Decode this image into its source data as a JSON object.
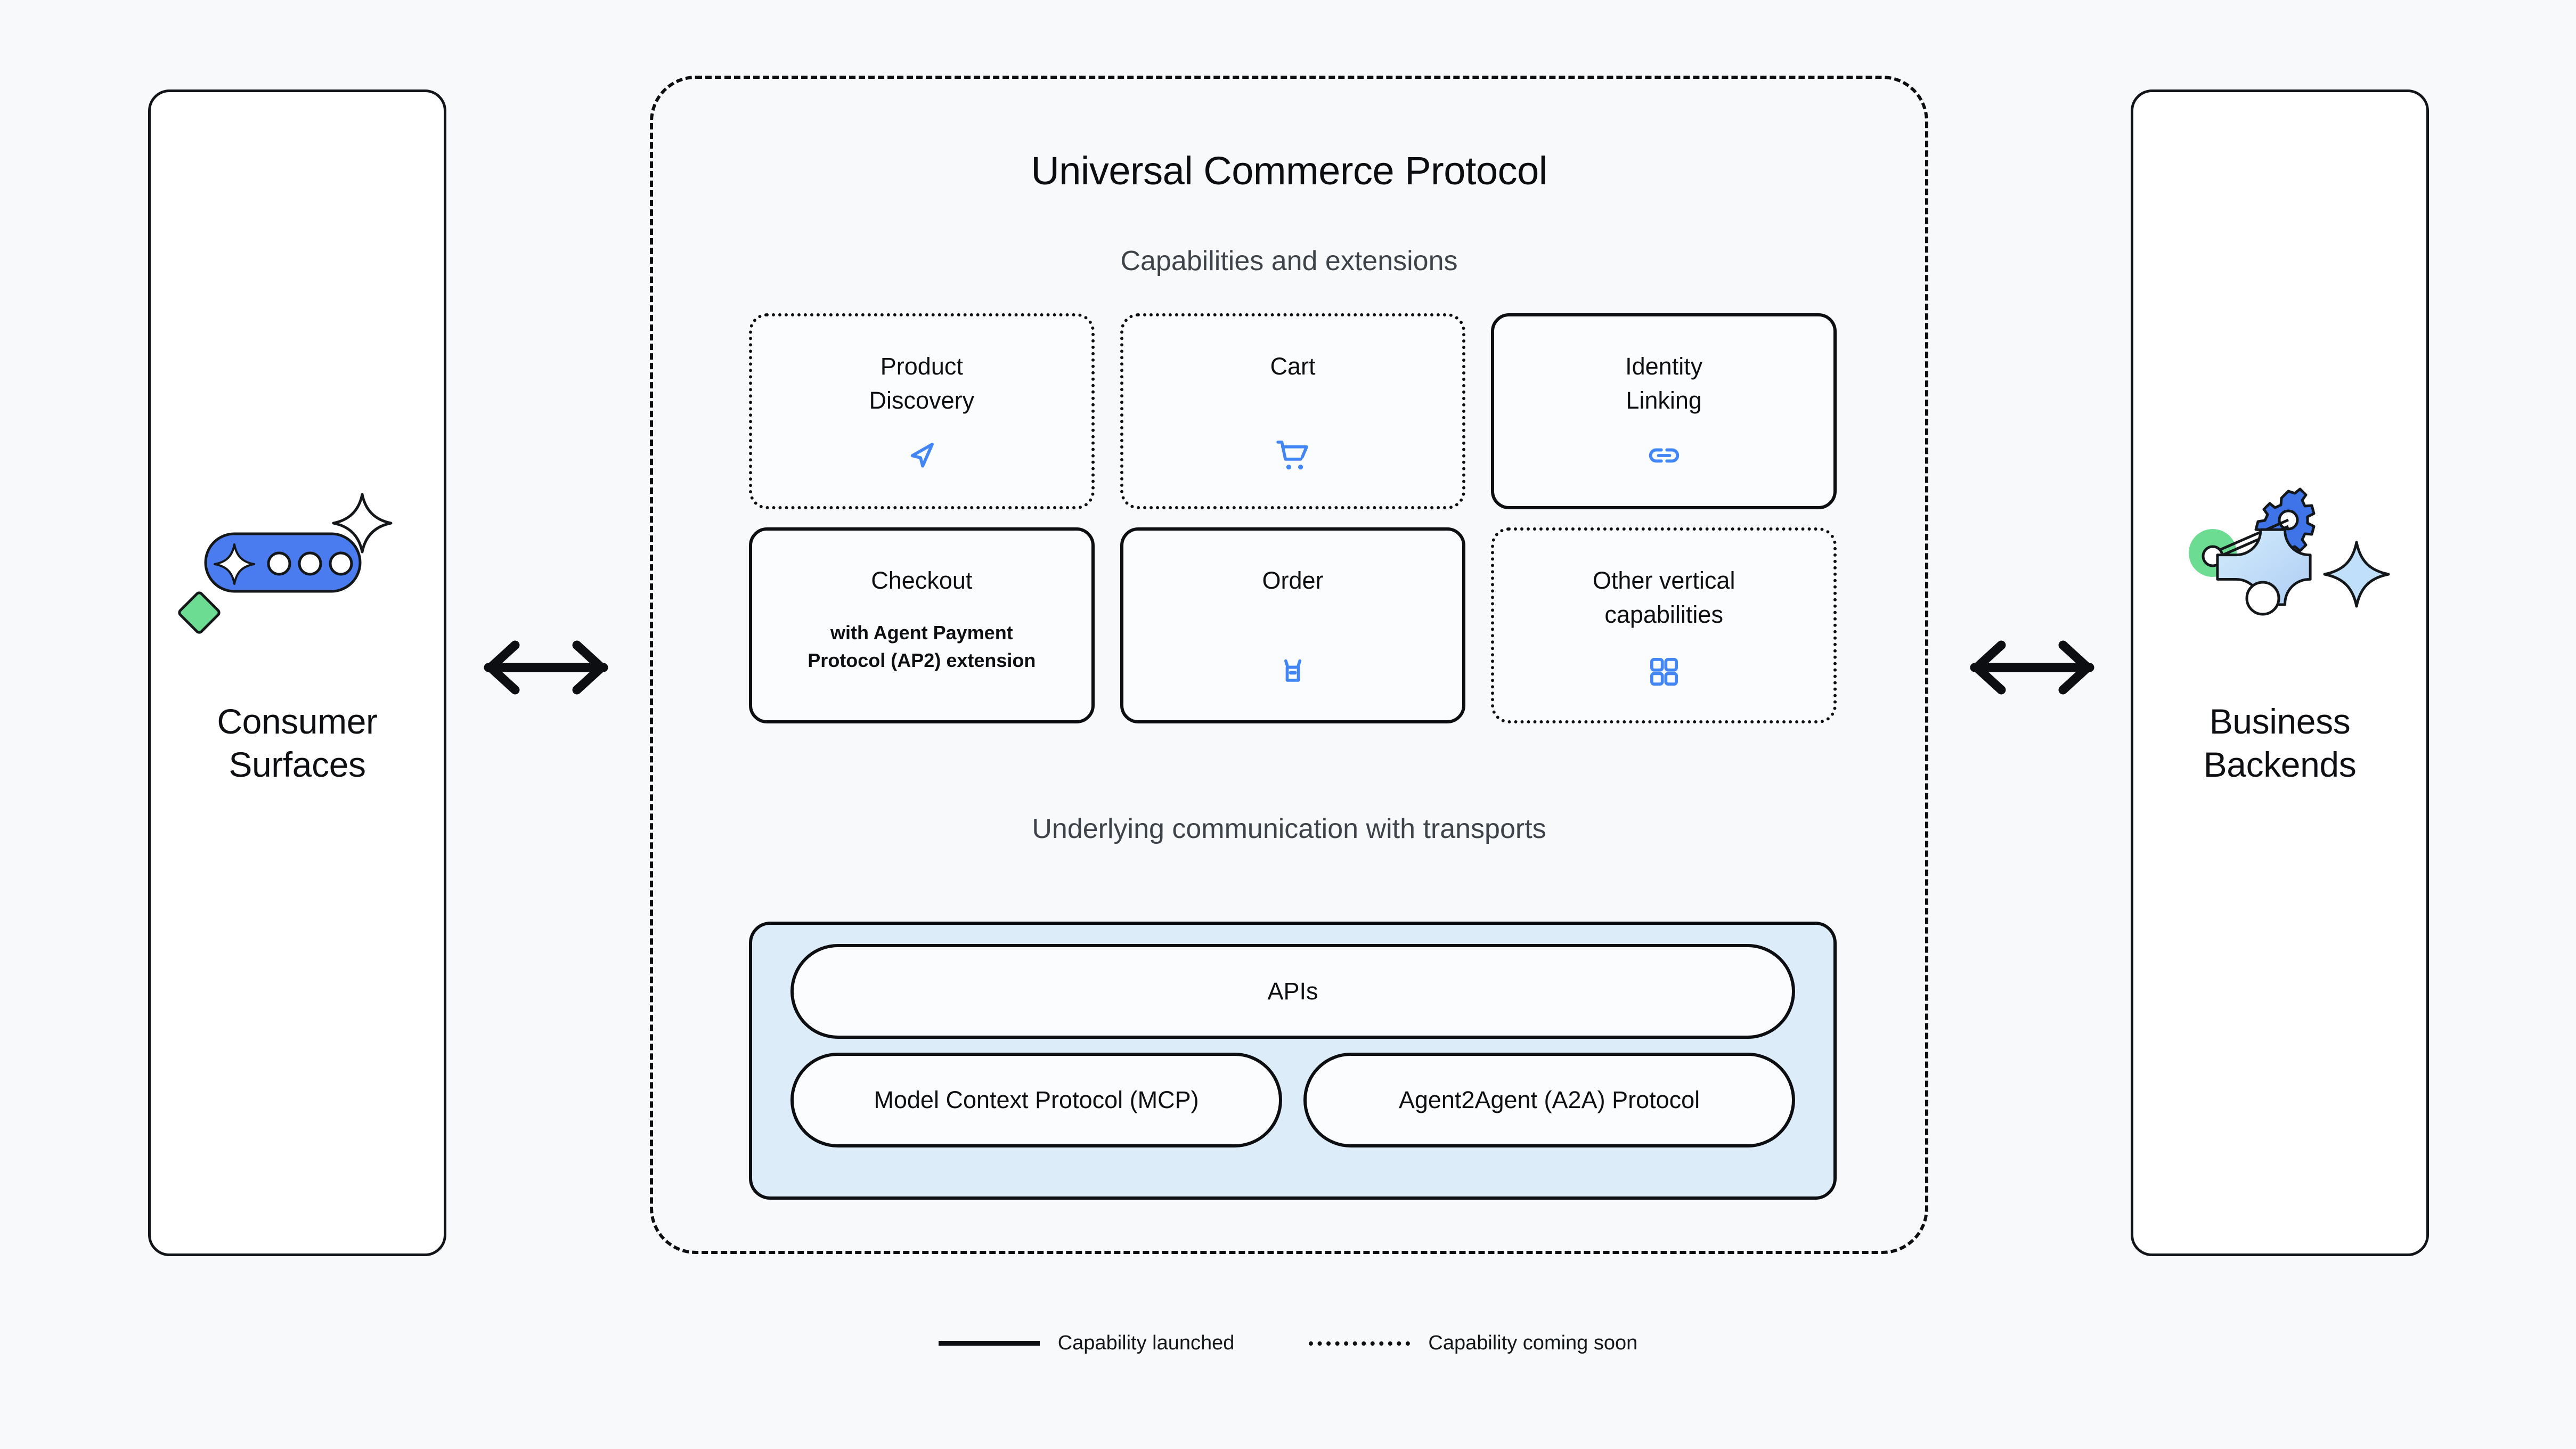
{
  "background_color": "#f7f9fb",
  "accent_blue": "#4285f4",
  "transport_panel_color": "#ddecf9",
  "consumer": {
    "title": "Consumer\nSurfaces",
    "title_line1": "Consumer",
    "title_line2": "Surfaces",
    "art_name": "chat-bubble-sparkle-art"
  },
  "business": {
    "title_line1": "Business",
    "title_line2": "Backends",
    "art_name": "gears-sparkle-art"
  },
  "protocol": {
    "title": "Universal Commerce Protocol",
    "capabilities_label": "Capabilities and extensions",
    "transports_label": "Underlying communication with transports"
  },
  "capabilities": [
    {
      "title": "Product\nDiscovery",
      "title_line1": "Product",
      "title_line2": "Discovery",
      "subtitle": "",
      "status": "coming-soon",
      "icon": "navigation-arrow-icon"
    },
    {
      "title": "Cart",
      "title_line1": "Cart",
      "title_line2": "",
      "subtitle": "",
      "status": "coming-soon",
      "icon": "shopping-cart-icon"
    },
    {
      "title": "Identity\nLinking",
      "title_line1": "Identity",
      "title_line2": "Linking",
      "subtitle": "",
      "status": "launched",
      "icon": "link-chain-icon"
    },
    {
      "title": "Checkout",
      "title_line1": "Checkout",
      "title_line2": "",
      "subtitle": "with Agent Payment Protocol (AP2) extension",
      "subtitle_line1": "with Agent Payment",
      "subtitle_line2": "Protocol (AP2) extension",
      "status": "launched",
      "icon": ""
    },
    {
      "title": "Order",
      "title_line1": "Order",
      "title_line2": "",
      "subtitle": "",
      "status": "launched",
      "icon": "package-box-icon"
    },
    {
      "title": "Other vertical\ncapabilities",
      "title_line1": "Other vertical",
      "title_line2": "capabilities",
      "subtitle": "",
      "status": "coming-soon",
      "icon": "grid-four-squares-icon"
    }
  ],
  "transports": {
    "primary": "APIs",
    "secondary": [
      "Model Context Protocol (MCP)",
      "Agent2Agent (A2A) Protocol"
    ]
  },
  "legend": [
    {
      "label": "Capability launched",
      "style": "solid"
    },
    {
      "label": "Capability coming soon",
      "style": "dotted"
    }
  ],
  "connectors": {
    "left_name": "bidirectional-arrow-left",
    "right_name": "bidirectional-arrow-right"
  }
}
